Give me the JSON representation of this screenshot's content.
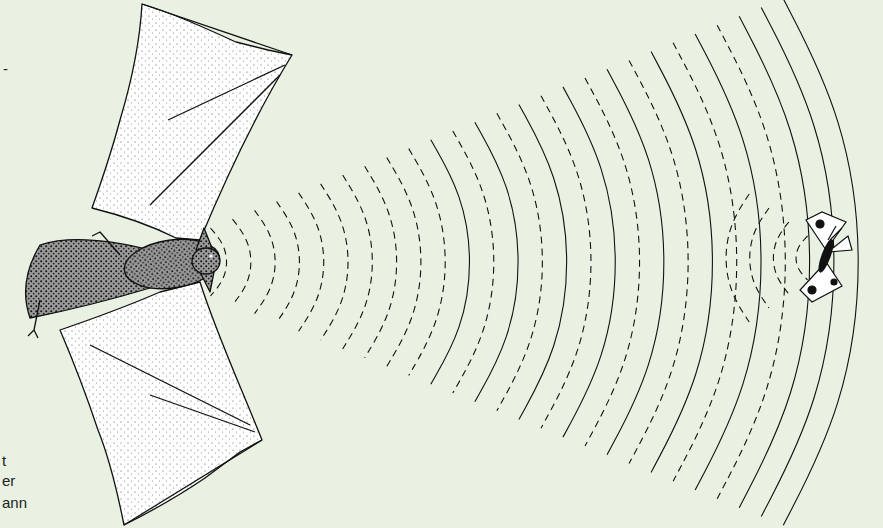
{
  "diagram": {
    "labels": [
      "-",
      "t",
      "er",
      "ann"
    ]
  }
}
